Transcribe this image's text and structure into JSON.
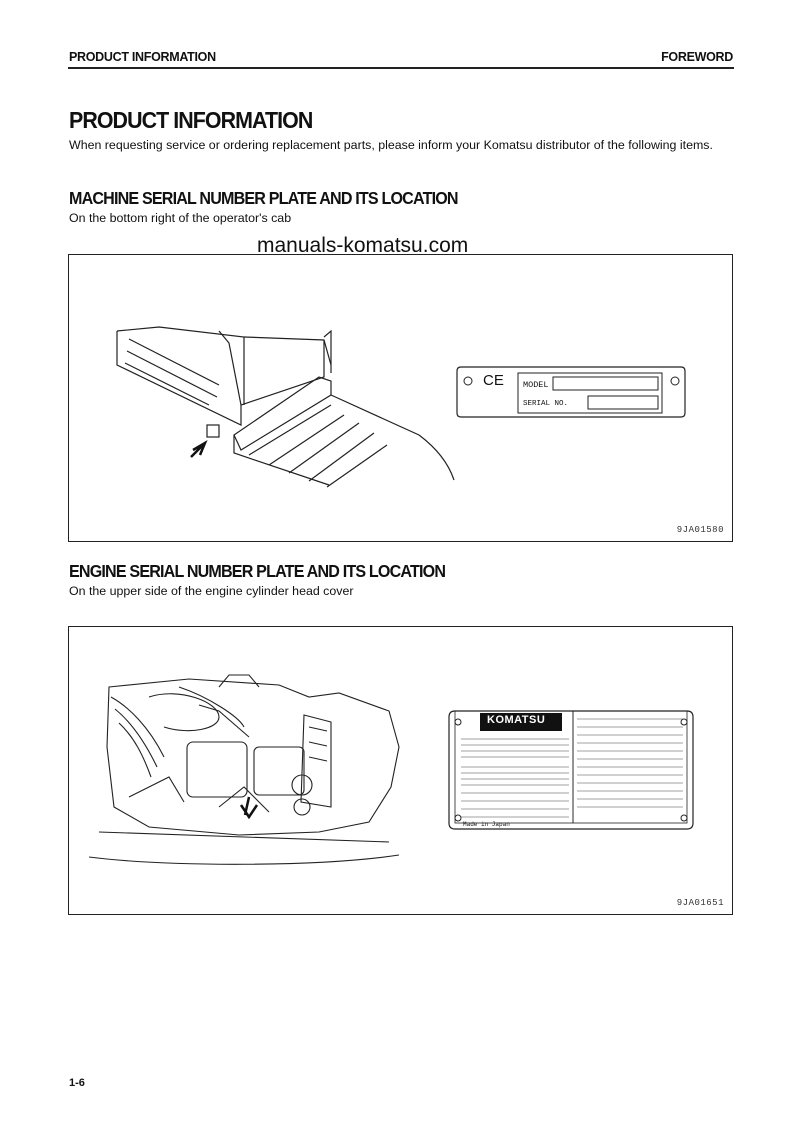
{
  "header": {
    "left": "PRODUCT INFORMATION",
    "right": "FOREWORD"
  },
  "title": "PRODUCT INFORMATION",
  "intro": "When requesting service or ordering replacement parts, please inform your Komatsu distributor of the following items.",
  "watermark": "manuals-komatsu.com",
  "section1": {
    "heading": "MACHINE SERIAL NUMBER PLATE AND ITS LOCATION",
    "subtext": "On the bottom right of the operator's cab",
    "figure_code": "9JA01580",
    "plate": {
      "ce": "CE",
      "model_label": "MODEL",
      "serial_label": "SERIAL NO."
    }
  },
  "section2": {
    "heading": "ENGINE SERIAL NUMBER PLATE AND ITS LOCATION",
    "subtext": "On the upper side of the engine cylinder head cover",
    "figure_code": "9JA01651",
    "plate": {
      "brand": "KOMATSU",
      "bottom_text": "Made in Japan"
    }
  },
  "footer": {
    "page_number": "1-6"
  }
}
